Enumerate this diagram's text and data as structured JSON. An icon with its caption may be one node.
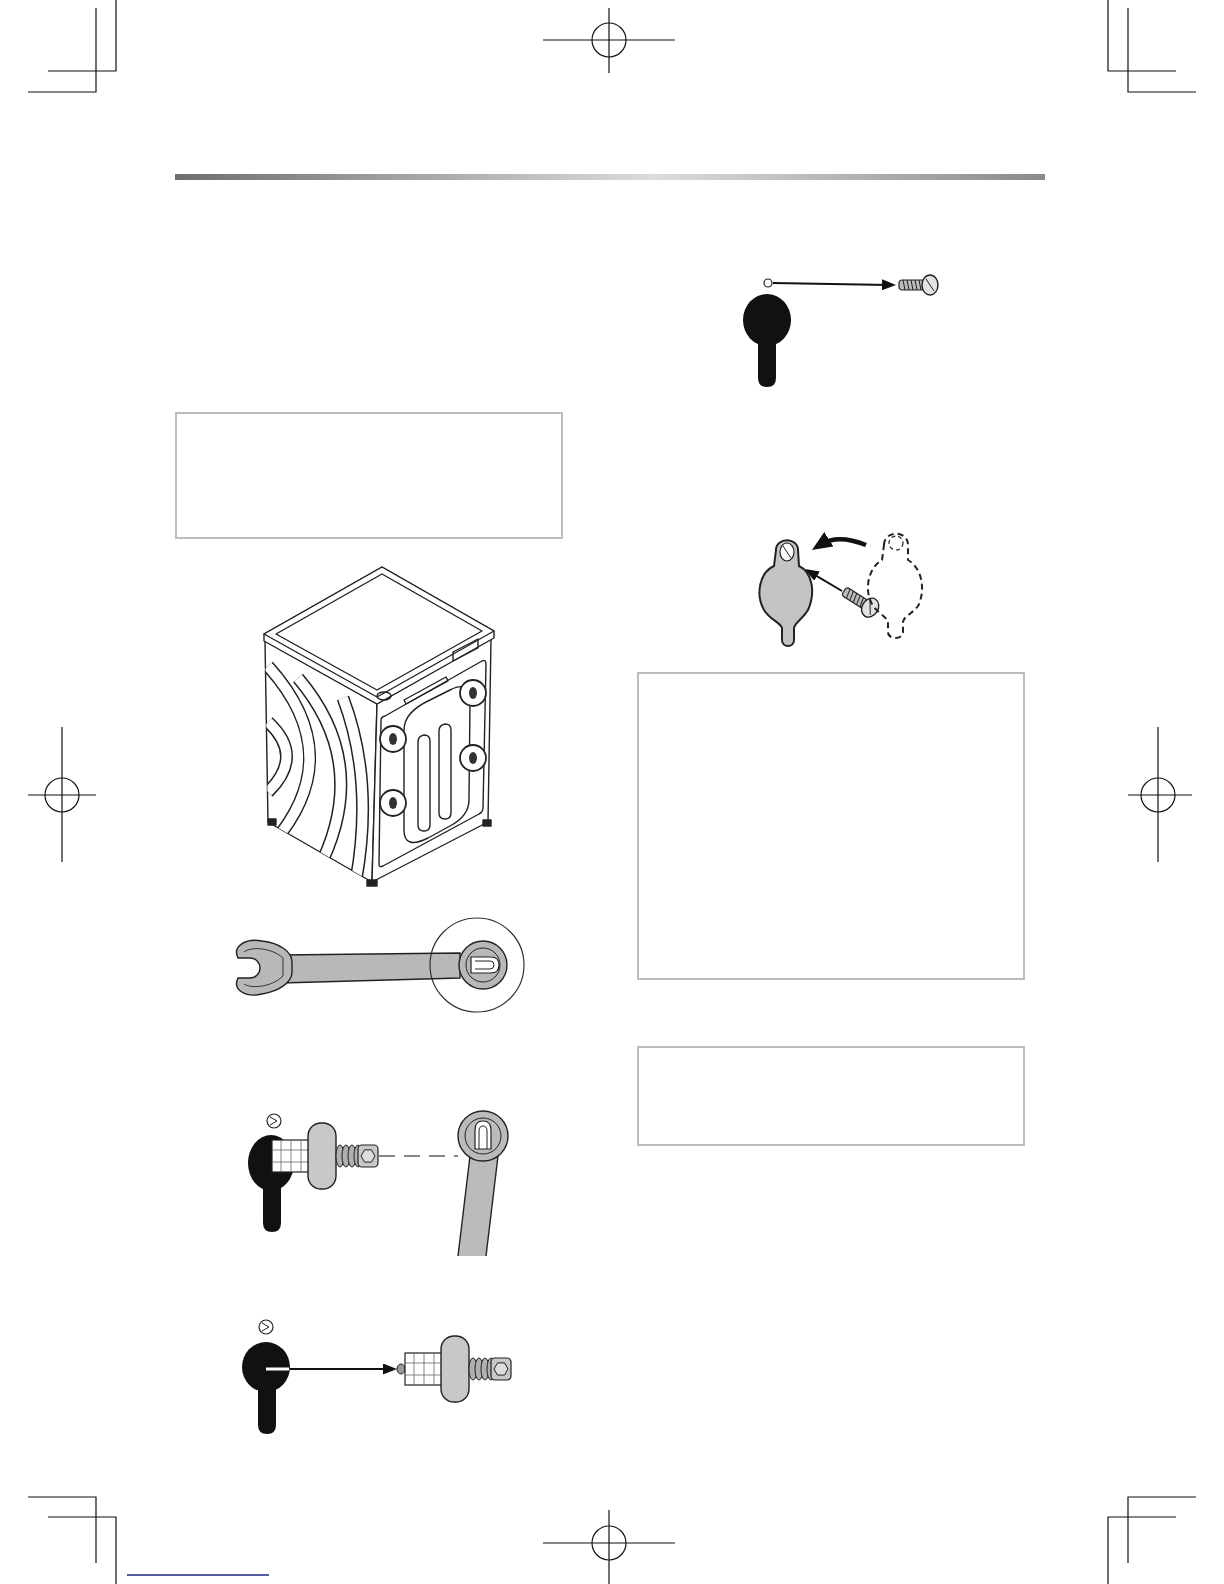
{
  "diagram": {
    "nodes": [
      {
        "text": [],
        "shape": "box"
      },
      {
        "text": [],
        "shape": "picture"
      },
      {
        "text": [],
        "shape": "picture"
      },
      {
        "text": [],
        "shape": "picture"
      },
      {
        "text": [],
        "shape": "picture"
      },
      {
        "text": [],
        "shape": "circle"
      },
      {
        "text": [],
        "shape": "picture"
      },
      {
        "text": [],
        "shape": "picture"
      },
      {
        "text": [],
        "shape": "picture"
      },
      {
        "text": [],
        "shape": "picture"
      },
      {
        "text": [],
        "shape": "box"
      },
      {
        "text": [],
        "shape": "box"
      }
    ],
    "edges": [
      {
        "from": 1,
        "to": 2,
        "arrow": "none",
        "style": "dashed"
      },
      {
        "from": 3,
        "to": 4,
        "arrow": "to"
      },
      {
        "from": 5,
        "to": 6,
        "arrow": "to"
      },
      {
        "from": 9,
        "to": 7,
        "arrow": "to",
        "style": "thick"
      },
      {
        "from": 8,
        "to": 7,
        "arrow": "to"
      }
    ]
  }
}
